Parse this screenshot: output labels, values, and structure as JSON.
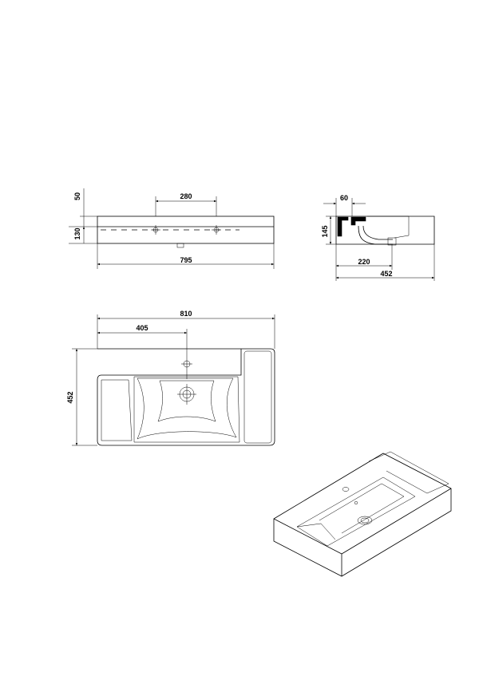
{
  "dimensions": {
    "front": {
      "height_top": "50",
      "height_total": "130",
      "tap_spacing": "280",
      "width": "795"
    },
    "side": {
      "lip_width": "60",
      "depth_height": "145",
      "drain_offset": "220",
      "depth": "452"
    },
    "top": {
      "width": "810",
      "tap_offset": "405",
      "depth": "452"
    }
  }
}
